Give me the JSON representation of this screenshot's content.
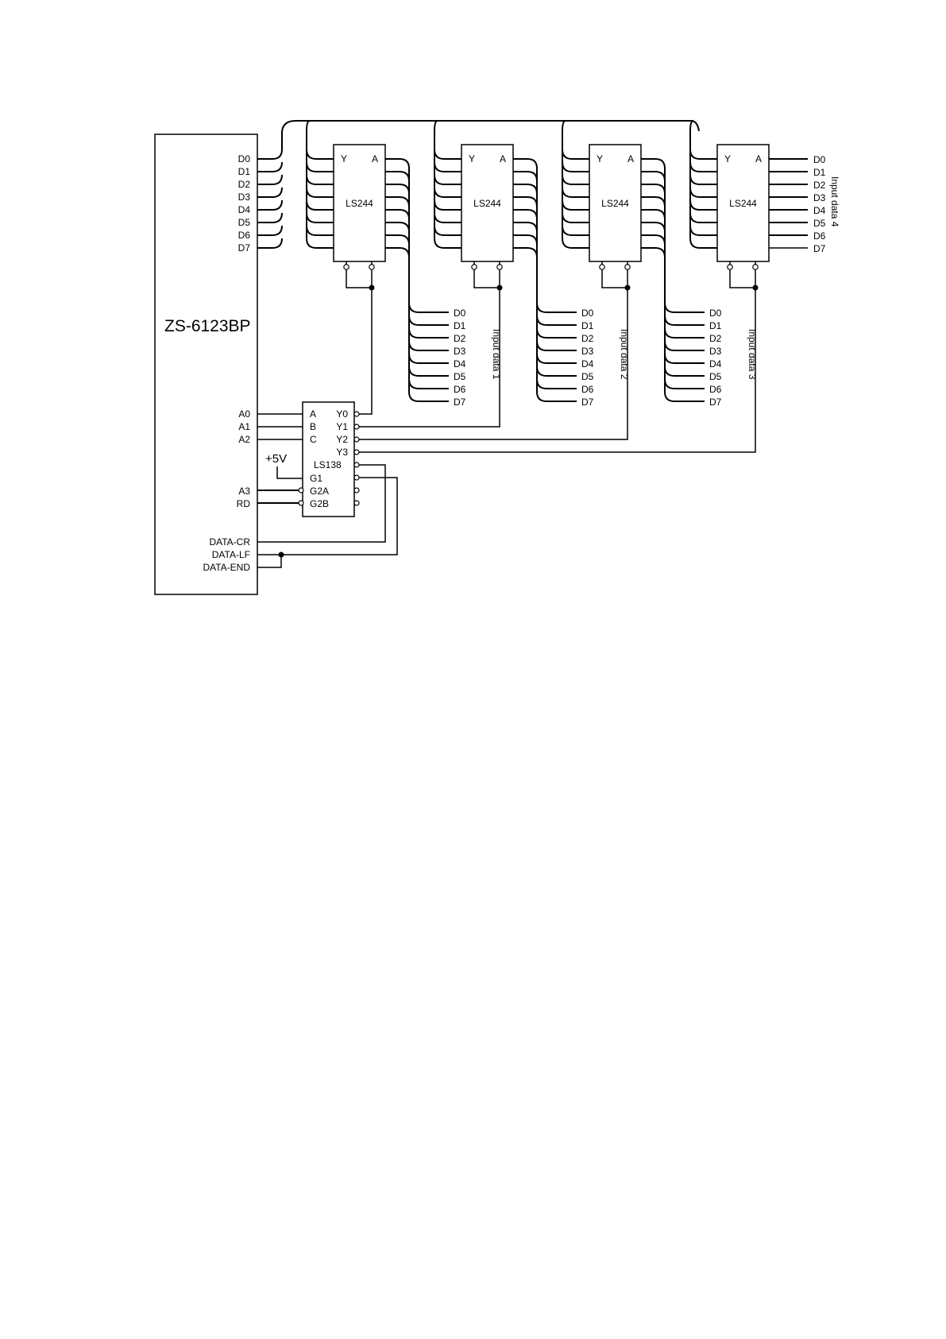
{
  "controller": {
    "name": "ZS-6123BP",
    "data_pins": [
      "D0",
      "D1",
      "D2",
      "D3",
      "D4",
      "D5",
      "D6",
      "D7"
    ],
    "address_pins": [
      "A0",
      "A1",
      "A2"
    ],
    "gate_pins": [
      "A3",
      "RD"
    ],
    "status_pins": [
      "DATA-CR",
      "DATA-LF",
      "DATA-END"
    ]
  },
  "buffers": [
    {
      "name": "LS244",
      "y_label": "Y",
      "a_label": "A",
      "input_label": "Input data 1",
      "data_pins": [
        "D0",
        "D1",
        "D2",
        "D3",
        "D4",
        "D5",
        "D6",
        "D7"
      ]
    },
    {
      "name": "LS244",
      "y_label": "Y",
      "a_label": "A",
      "input_label": "Input data 2",
      "data_pins": [
        "D0",
        "D1",
        "D2",
        "D3",
        "D4",
        "D5",
        "D6",
        "D7"
      ]
    },
    {
      "name": "LS244",
      "y_label": "Y",
      "a_label": "A",
      "input_label": "Input data 3",
      "data_pins": [
        "D0",
        "D1",
        "D2",
        "D3",
        "D4",
        "D5",
        "D6",
        "D7"
      ]
    },
    {
      "name": "LS244",
      "y_label": "Y",
      "a_label": "A",
      "input_label": "Input data 4",
      "data_pins": [
        "D0",
        "D1",
        "D2",
        "D3",
        "D4",
        "D5",
        "D6",
        "D7"
      ]
    }
  ],
  "decoder": {
    "name": "LS138",
    "inputs": [
      "A",
      "B",
      "C"
    ],
    "outputs": [
      "Y0",
      "Y1",
      "Y2",
      "Y3"
    ],
    "enables": [
      "G1",
      "G2A",
      "G2B"
    ]
  },
  "power_label": "+5V"
}
